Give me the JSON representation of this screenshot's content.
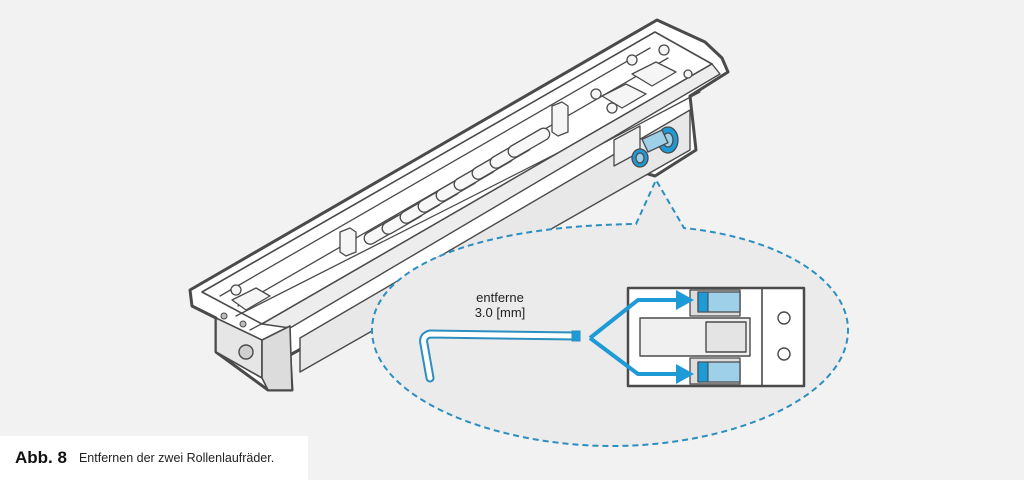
{
  "callout": {
    "line1": "entferne",
    "line2": "3.0 [mm]"
  },
  "caption": {
    "figure_number": "Abb. 8",
    "text": "Entfernen der zwei Rollenlaufräder."
  },
  "colors": {
    "background": "#f2f2f2",
    "outline": "#4a4a4a",
    "accent_blue": "#1e9bd7",
    "light_blue": "#9fd0ea",
    "dashed_callout": "#2b8fc1"
  },
  "icons": [
    "hex-key-icon",
    "roller-wheel-icon",
    "screw-icon",
    "arrow-icon"
  ]
}
